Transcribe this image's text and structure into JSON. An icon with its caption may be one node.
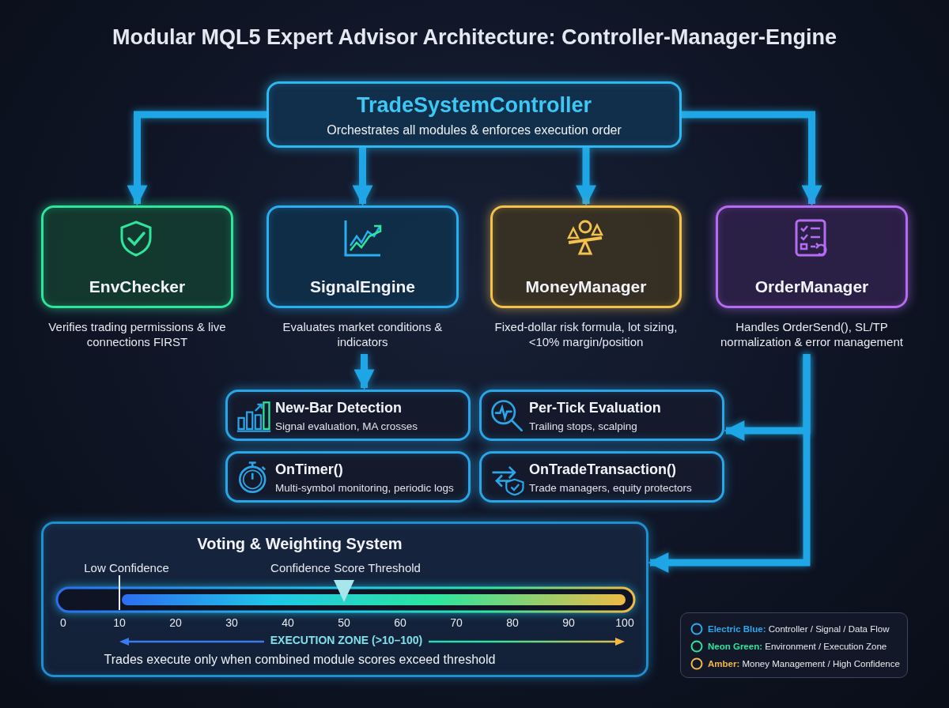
{
  "diagram": {
    "title": "Modular MQL5 Expert Advisor Architecture: Controller-Manager-Engine",
    "nodes": [
      {
        "text": [
          "TradeSystemController",
          "Orchestrates all modules & enforces execution order"
        ]
      },
      {
        "text": [
          "EnvChecker"
        ],
        "beside": [
          "Verifies trading permissions & live connections FIRST"
        ]
      },
      {
        "text": [
          "SignalEngine"
        ],
        "beside": [
          "Evaluates market conditions & indicators"
        ]
      },
      {
        "text": [
          "MoneyManager"
        ],
        "beside": [
          "Fixed-dollar risk formula, lot sizing, <10% margin/position"
        ]
      },
      {
        "text": [
          "OrderManager"
        ],
        "beside": [
          "Handles OrderSend(), SL/TP normalization & error management"
        ]
      },
      {
        "text": [
          "New-Bar Detection",
          "Signal evaluation, MA crosses"
        ]
      },
      {
        "text": [
          "Per-Tick Evaluation",
          "Trailing stops, scalping"
        ]
      },
      {
        "text": [
          "OnTimer()",
          "Multi-symbol monitoring, periodic logs"
        ]
      },
      {
        "text": [
          "OnTradeTransaction()",
          "Trade managers, equity protectors"
        ]
      },
      {
        "text": [
          "Voting & Weighting System",
          "Trades execute only when combined module scores exceed threshold"
        ]
      }
    ],
    "edges": [
      {
        "from": 0,
        "to": 1,
        "arrow": "to"
      },
      {
        "from": 0,
        "to": 2,
        "arrow": "to"
      },
      {
        "from": 0,
        "to": 3,
        "arrow": "to"
      },
      {
        "from": 0,
        "to": 4,
        "arrow": "to"
      },
      {
        "from": 2,
        "to": 5,
        "arrow": "to"
      },
      {
        "from": 4,
        "to": 6,
        "arrow": "to"
      },
      {
        "from": 4,
        "to": 9,
        "arrow": "to"
      }
    ],
    "labels": [
      "Low Confidence",
      "Confidence Score Threshold",
      "0",
      "10",
      "20",
      "30",
      "40",
      "50",
      "60",
      "70",
      "80",
      "90",
      "100",
      "EXECUTION ZONE (>10–100)"
    ],
    "legend": [
      {
        "text": "**Electric Blue:** Controller / Signal / Data Flow",
        "color": "#2fa8ec"
      },
      {
        "text": "**Neon Green:** Environment / Execution Zone",
        "color": "#2ee59d"
      },
      {
        "text": "**Amber:** Money Management / High Confidence",
        "color": "#f2b84b"
      }
    ]
  }
}
